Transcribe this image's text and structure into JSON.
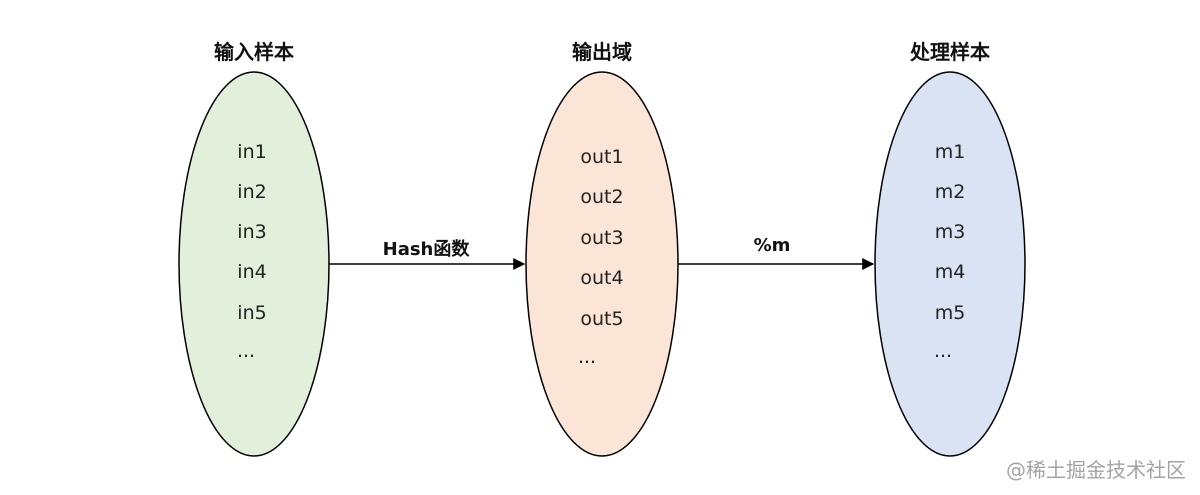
{
  "groups": {
    "input": {
      "title": "输入样本",
      "items": [
        "in1",
        "in2",
        "in3",
        "in4",
        "in5",
        "..."
      ],
      "fill": "#e2efda",
      "stroke": "#000000"
    },
    "output": {
      "title": "输出域",
      "items": [
        "out1",
        "out2",
        "out3",
        "out4",
        "out5",
        "..."
      ],
      "fill": "#fbe5d6",
      "stroke": "#000000"
    },
    "processed": {
      "title": "处理样本",
      "items": [
        "m1",
        "m2",
        "m3",
        "m4",
        "m5",
        "..."
      ],
      "fill": "#dae3f3",
      "stroke": "#000000"
    }
  },
  "arrows": {
    "hash": {
      "label": "Hash函数"
    },
    "mod": {
      "label": "%m"
    }
  },
  "watermark": "@稀土掘金技术社区"
}
